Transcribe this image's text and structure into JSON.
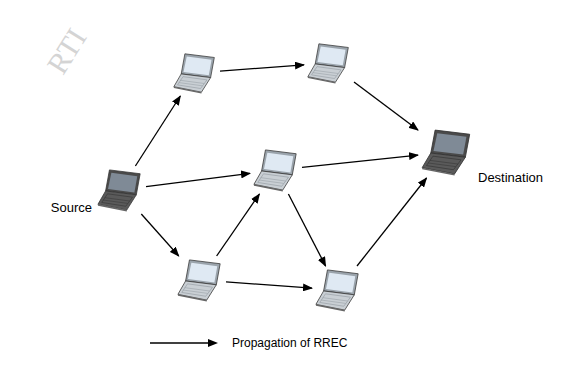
{
  "diagram": {
    "nodes": [
      {
        "text": [
          "Source"
        ]
      },
      {
        "text": []
      },
      {
        "text": []
      },
      {
        "text": []
      },
      {
        "text": []
      },
      {
        "text": []
      },
      {
        "text": [
          "Destination"
        ]
      }
    ],
    "edges": [
      {
        "from": 0,
        "to": 1,
        "arrow": "to"
      },
      {
        "from": 0,
        "to": 3,
        "arrow": "to"
      },
      {
        "from": 0,
        "to": 4,
        "arrow": "to"
      },
      {
        "from": 1,
        "to": 2,
        "arrow": "to"
      },
      {
        "from": 2,
        "to": 6,
        "arrow": "to"
      },
      {
        "from": 3,
        "to": 6,
        "arrow": "to"
      },
      {
        "from": 3,
        "to": 5,
        "arrow": "to"
      },
      {
        "from": 4,
        "to": 3,
        "arrow": "to"
      },
      {
        "from": 4,
        "to": 5,
        "arrow": "to"
      },
      {
        "from": 5,
        "to": 6,
        "arrow": "to"
      }
    ],
    "labels": [
      "RTI"
    ],
    "legend": [
      {
        "text": "Propagation of RREC"
      }
    ]
  }
}
